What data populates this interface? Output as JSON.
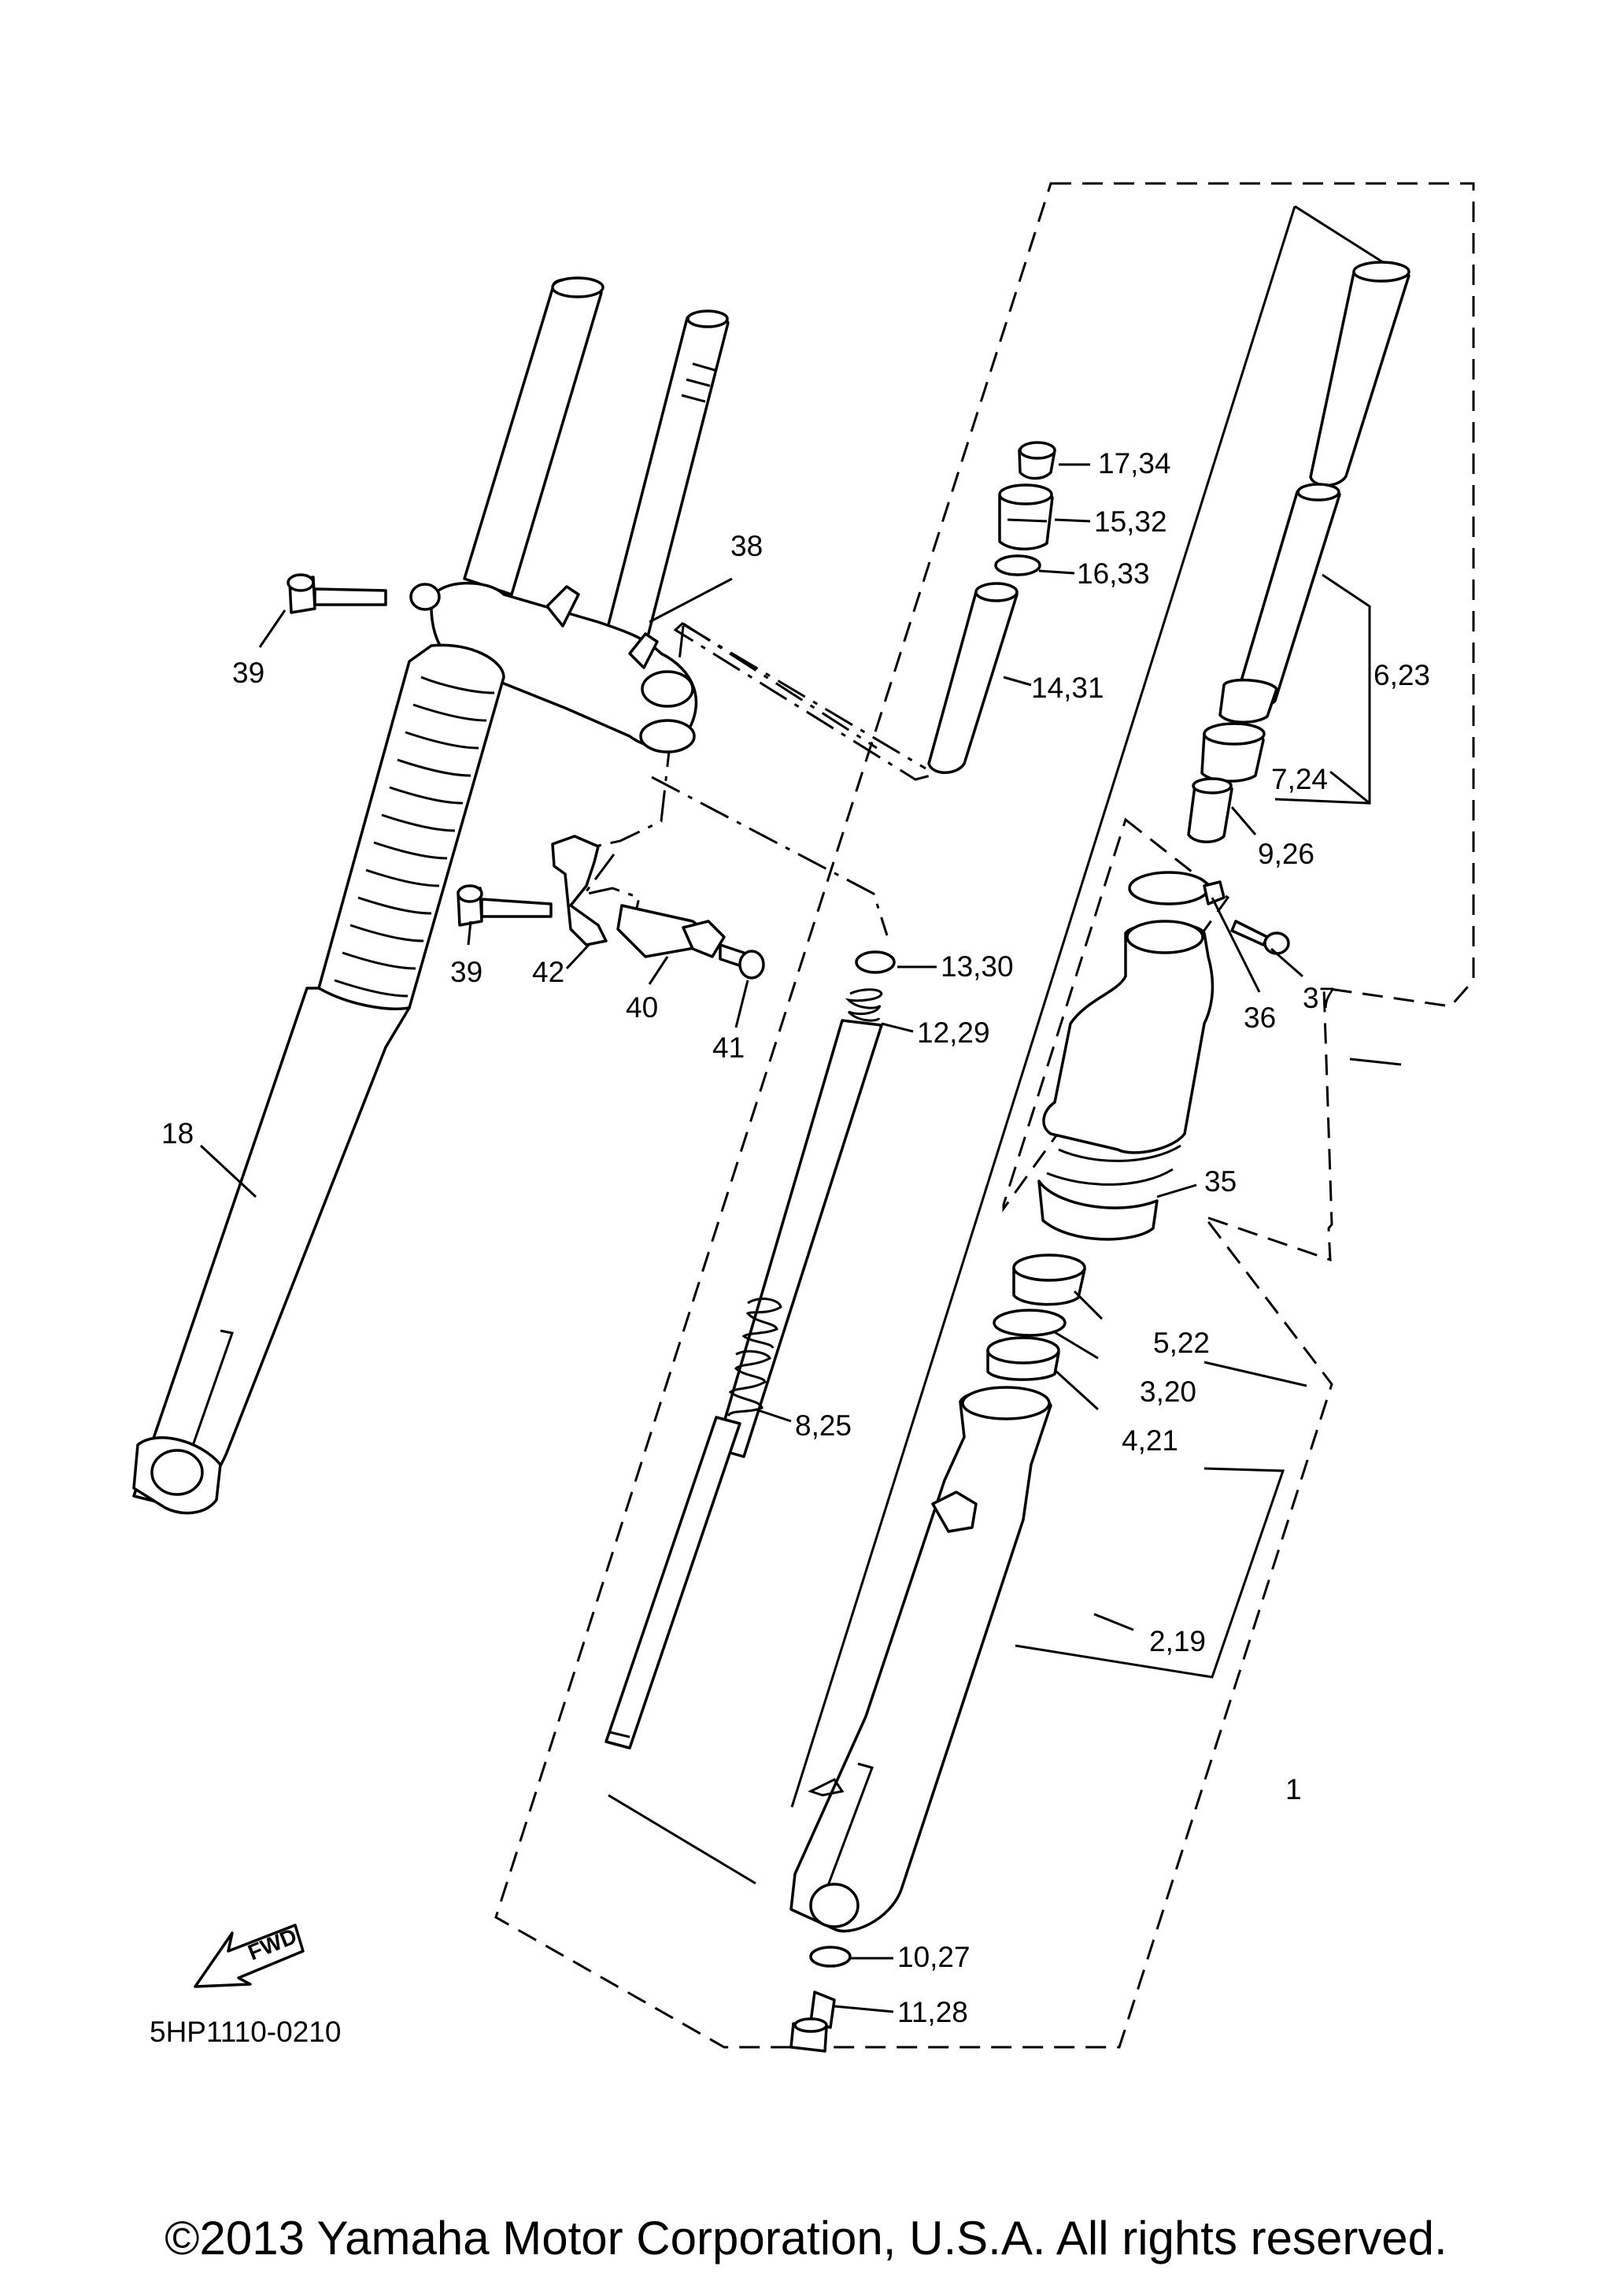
{
  "diagram_code": "5HP1110-0210",
  "fwd_label": "FWD",
  "copyright": "©2013 Yamaha Motor Corporation, U.S.A. All rights reserved.",
  "callouts": {
    "c1": "1",
    "c2_19": "2,19",
    "c3_20": "3,20",
    "c4_21": "4,21",
    "c5_22": "5,22",
    "c6_23": "6,23",
    "c7_24": "7,24",
    "c8_25": "8,25",
    "c9_26": "9,26",
    "c10_27": "10,27",
    "c11_28": "11,28",
    "c12_29": "12,29",
    "c13_30": "13,30",
    "c14_31": "14,31",
    "c15_32": "15,32",
    "c16_33": "16,33",
    "c17_34": "17,34",
    "c18": "18",
    "c35": "35",
    "c36": "36",
    "c37": "37",
    "c38": "38",
    "c39a": "39",
    "c39b": "39",
    "c40": "40",
    "c41": "41",
    "c42": "42"
  },
  "icons": {
    "fwd_arrow": "fwd-arrow-icon"
  }
}
